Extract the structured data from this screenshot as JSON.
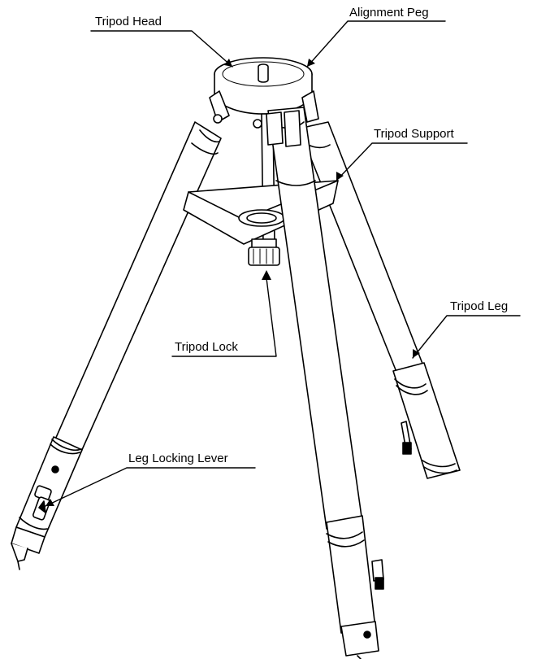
{
  "labels": {
    "tripod_head": "Tripod Head",
    "alignment_peg": "Alignment Peg",
    "tripod_support": "Tripod Support",
    "tripod_leg": "Tripod Leg",
    "tripod_lock": "Tripod Lock",
    "leg_locking_lever": "Leg Locking Lever"
  },
  "colors": {
    "line": "#000000",
    "fill": "#ffffff"
  }
}
